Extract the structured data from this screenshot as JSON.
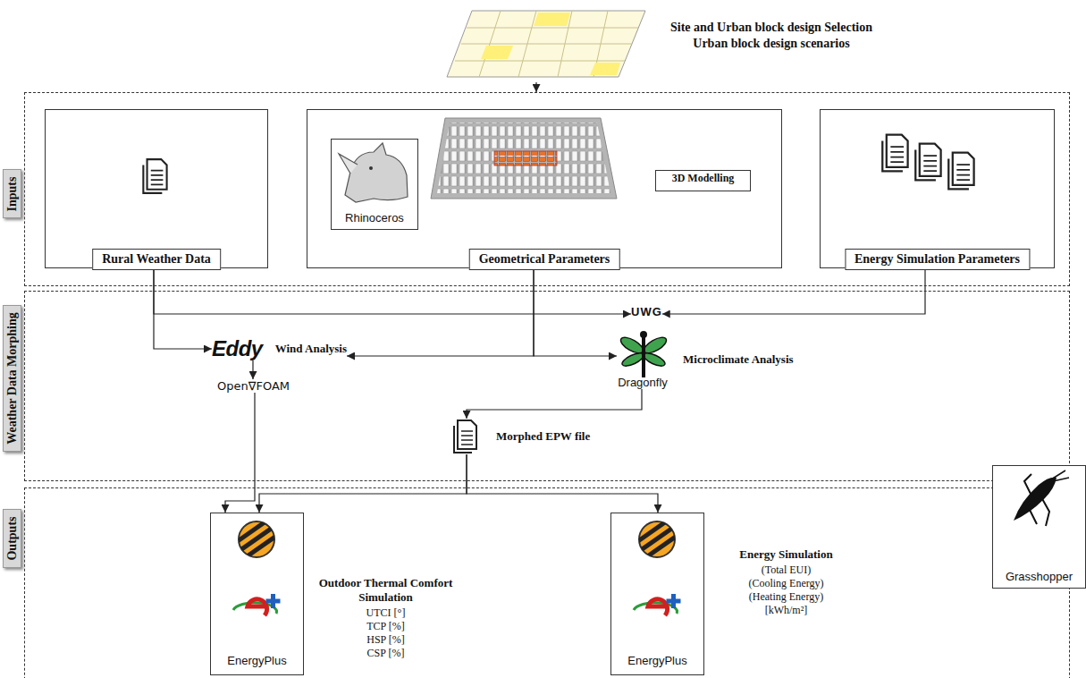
{
  "diagram": {
    "nodes": [
      {
        "text": [
          "Site and Urban block design Selection",
          "Urban block design scenarios"
        ]
      },
      {
        "text": [
          "Inputs"
        ]
      },
      {
        "text": [
          "Rural Weather Data"
        ],
        "in": 1
      },
      {
        "text": [
          "Geometrical Parameters"
        ],
        "in": 1
      },
      {
        "text": [
          "Rhinoceros"
        ],
        "in": 3
      },
      {
        "text": [
          "3D Modelling"
        ],
        "in": 3
      },
      {
        "text": [
          "Energy Simulation Parameters"
        ],
        "in": 1
      },
      {
        "text": [
          "Weather Data Morphing"
        ]
      },
      {
        "text": [
          "UWG"
        ],
        "in": 7
      },
      {
        "text": [
          "Eddy",
          "Wind Analysis"
        ],
        "in": 7
      },
      {
        "text": [
          "Open∇FOAM"
        ],
        "in": 7
      },
      {
        "text": [
          "Dragonfly",
          "Microclimate Analysis"
        ],
        "in": 7
      },
      {
        "text": [
          "Morphed EPW file"
        ],
        "in": 7
      },
      {
        "text": [
          "Outputs"
        ]
      },
      {
        "text": [
          "EnergyPlus",
          "Outdoor Thermal Comfort Simulation",
          "UTCI [°]",
          "TCP [%]",
          "HSP [%]",
          "CSP [%]"
        ],
        "in": 13
      },
      {
        "text": [
          "EnergyPlus",
          "Energy Simulation",
          "(Total EUI)",
          "(Cooling Energy)",
          "(Heating Energy)",
          "[kWh/m²]"
        ],
        "in": 13
      },
      {
        "text": [
          "Grasshopper"
        ]
      }
    ],
    "edges": [
      {
        "from": 0,
        "to": 1,
        "arrow": "to"
      },
      {
        "from": 2,
        "to": 9,
        "arrow": "to"
      },
      {
        "from": 2,
        "to": 8,
        "arrow": "to"
      },
      {
        "from": 3,
        "to": 9,
        "arrow": "to"
      },
      {
        "from": 3,
        "to": 11,
        "arrow": "to"
      },
      {
        "from": 6,
        "to": 8,
        "arrow": "to"
      },
      {
        "from": 9,
        "to": 10,
        "arrow": "to"
      },
      {
        "from": 10,
        "to": 14,
        "arrow": "to"
      },
      {
        "from": 11,
        "to": 12,
        "arrow": "to"
      },
      {
        "from": 12,
        "to": 14,
        "arrow": "to"
      },
      {
        "from": 12,
        "to": 15,
        "arrow": "to"
      }
    ]
  }
}
